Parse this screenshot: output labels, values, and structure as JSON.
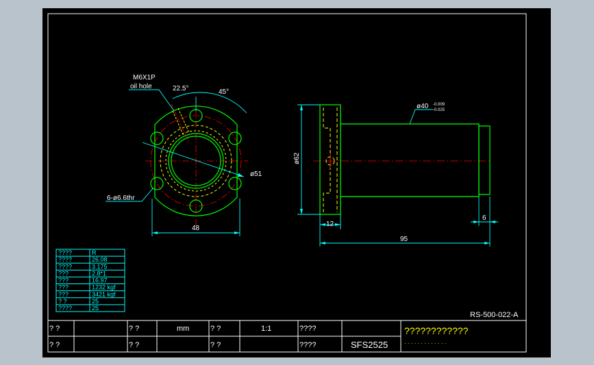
{
  "colors": {
    "background": "#000000",
    "border": "#ffffff",
    "outline": "#00ff00",
    "center_line": "#ff0000",
    "hidden_line": "#ffff00",
    "dimension": "#00ffff",
    "text_white": "#ffffff",
    "text_yellow": "#ffff00",
    "table_cyan": "#00ffff"
  },
  "front_view": {
    "callout_thread": "M6X1P",
    "callout_hole": "oil hole",
    "angle_a": "22.5°",
    "angle_b": "45°",
    "pcd": "ø51",
    "bolt_holes": "6-ø6.6thr",
    "width": "48"
  },
  "side_view": {
    "shaft_dia": "ø40",
    "tol_upper": "-0.009",
    "tol_lower": "-0.025",
    "flange_dia": "ø62",
    "flange_thk": "12",
    "length": "95",
    "end_len": "6"
  },
  "spec_table": {
    "rows": [
      [
        "????",
        "R"
      ],
      [
        "????",
        "26.08"
      ],
      [
        "????",
        "3.175"
      ],
      [
        "???",
        "2.8*1"
      ],
      [
        "???",
        "16.97"
      ],
      [
        "???",
        "1232 kgf"
      ],
      [
        "???",
        "3421 kgf"
      ],
      [
        "? ?",
        "25"
      ],
      [
        "????",
        "25"
      ]
    ]
  },
  "drawing_no": "RS-500-022-A",
  "title_block": {
    "r1": [
      "? ?",
      "? ?",
      "mm",
      "? ?",
      "1:1",
      "????"
    ],
    "r2": [
      "? ?",
      "? ?",
      "? ?",
      "????",
      "SFS2525"
    ],
    "company": "????????????",
    "company_sub": "· · · · · · · · · · · · ·"
  }
}
